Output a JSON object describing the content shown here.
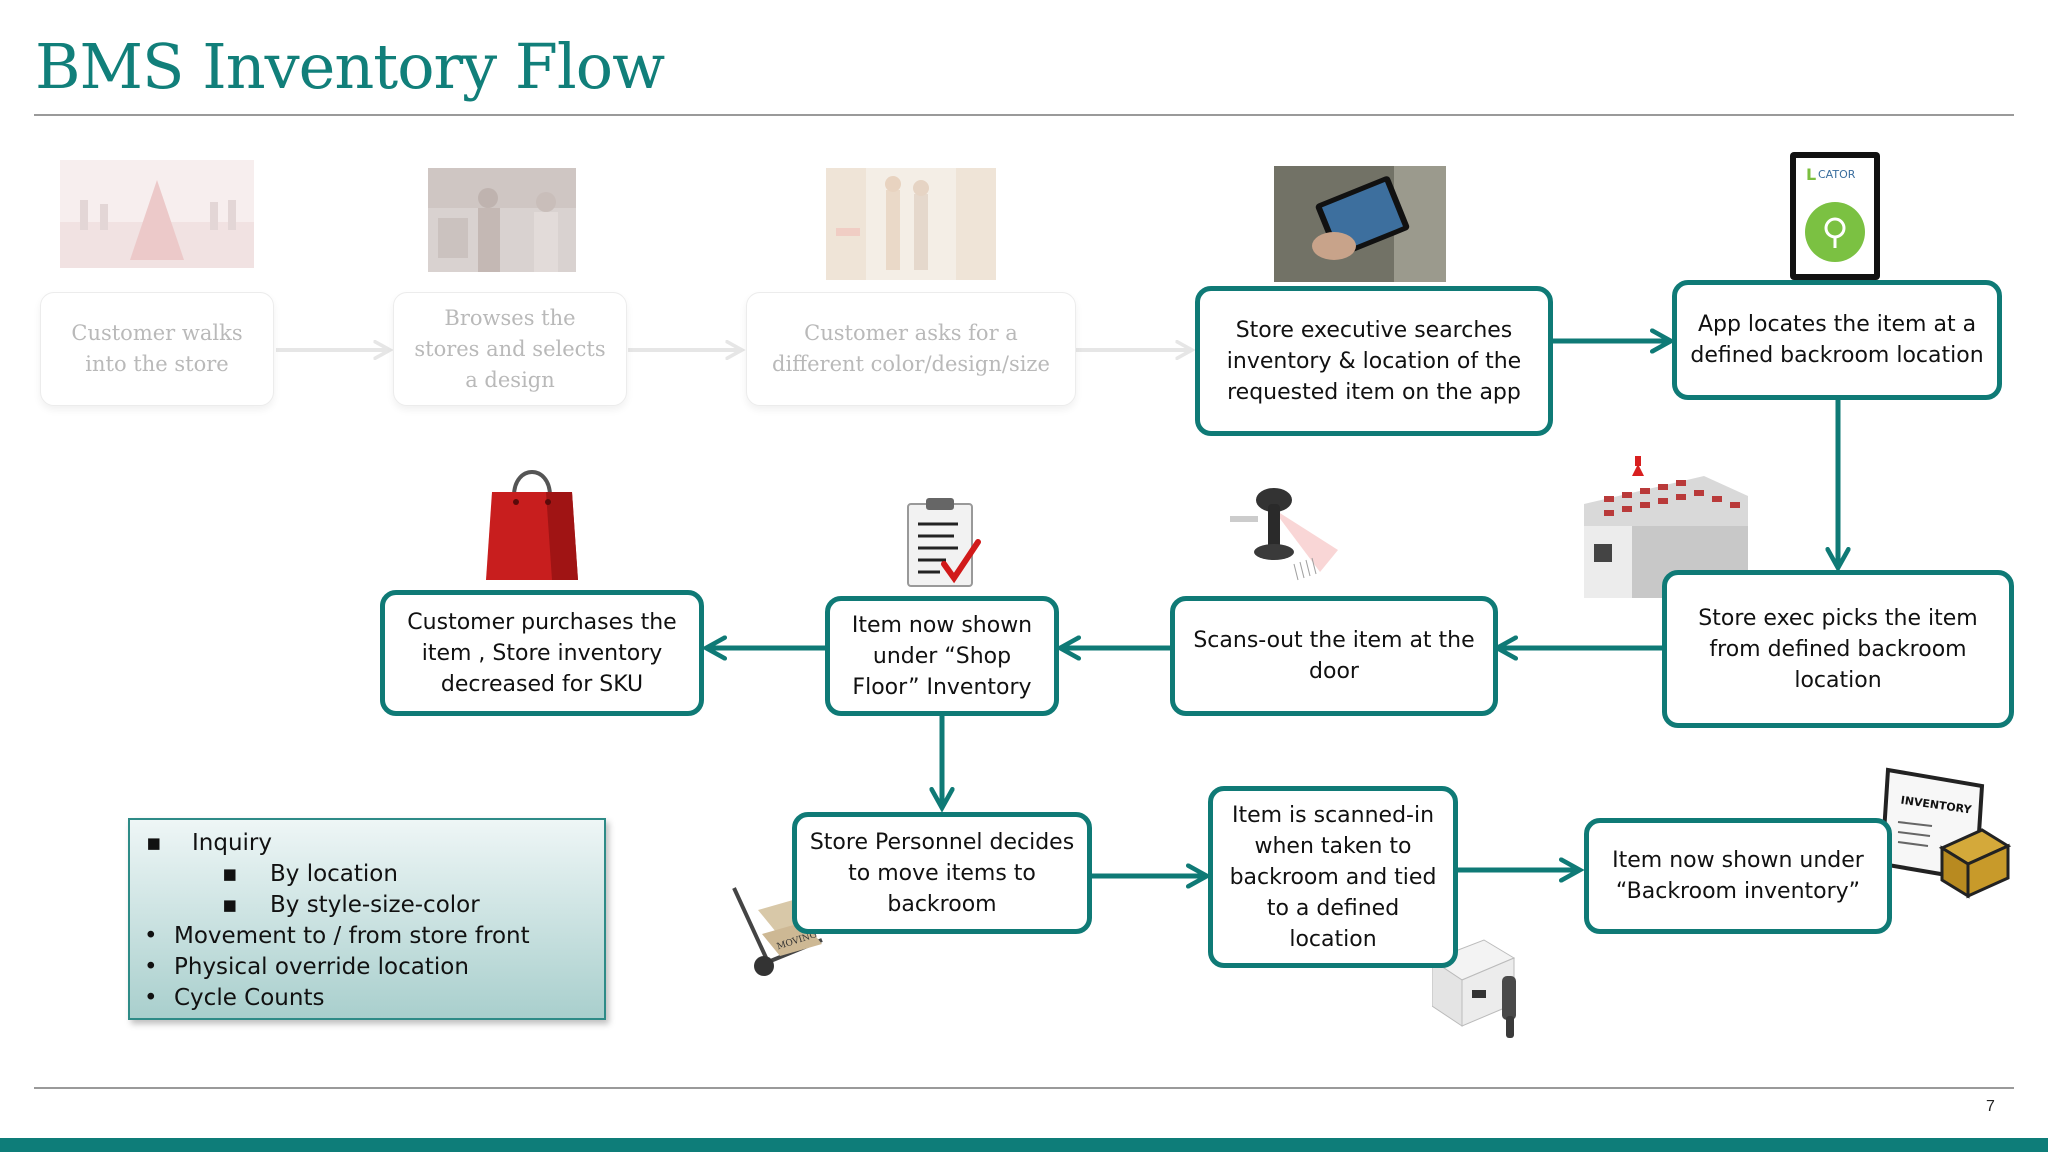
{
  "slide": {
    "title": "BMS Inventory Flow",
    "page_number": "7"
  },
  "steps": {
    "walk": {
      "line1": "Customer walks",
      "line2": "into the store"
    },
    "browse": {
      "line1": "Browses the",
      "line2": "stores and selects",
      "line3": "a design"
    },
    "ask": {
      "line1": "Customer asks for a",
      "line2": "different color/design/size"
    },
    "search": {
      "line1": "Store executive searches",
      "line2": "inventory & location  of the",
      "line3": "requested item on the app"
    },
    "locate": {
      "line1": "App locates the item at a",
      "line2": "defined backroom location"
    },
    "pick": {
      "line1": "Store exec picks the item",
      "line2": "from defined backroom",
      "line3": "location"
    },
    "scanout": {
      "line1": "Scans-out the item at the",
      "line2": "door"
    },
    "shopfloor": {
      "line1": "Item now shown",
      "line2": "under “Shop",
      "line3": "Floor” Inventory"
    },
    "purchase": {
      "line1": "Customer purchases the",
      "line2": "item , Store inventory",
      "line3": "decreased for SKU"
    },
    "decide": {
      "line1": "Store Personnel decides",
      "line2": "to move items to",
      "line3": "backroom"
    },
    "scanin": {
      "line1": "Item is scanned-in",
      "line2": "when taken to",
      "line3": "backroom and tied",
      "line4": "to a defined",
      "line5": "location"
    },
    "backroom": {
      "line1": "Item now shown under",
      "line2": "“Backroom inventory”"
    }
  },
  "legend": {
    "items": [
      {
        "text": "Inquiry",
        "bullet": "▪"
      },
      {
        "text": "By location",
        "bullet": "▪"
      },
      {
        "text": "By style-size-color",
        "bullet": "▪"
      },
      {
        "text": "Movement to / from store front",
        "bullet": "•"
      },
      {
        "text": "Physical override location",
        "bullet": "•"
      },
      {
        "text": "Cycle Counts",
        "bullet": "•"
      }
    ]
  },
  "image_text": {
    "locator_logo": "L",
    "locator_word": "CATOR",
    "moving_box": "MOVING",
    "inventory_folder": "INVENTORY"
  },
  "colors": {
    "accent": "#0f7a76",
    "title": "#117f7a",
    "faded_text": "#b9b9b9",
    "bag_red": "#c81e1e"
  }
}
